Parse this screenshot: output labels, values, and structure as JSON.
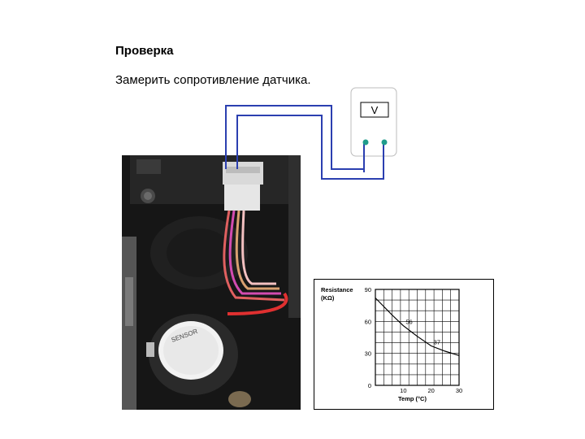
{
  "slide": {
    "heading": "Проверка",
    "instruction": "Замерить сопротивление датчика.",
    "meter_label": "V"
  },
  "chart_data": {
    "type": "line",
    "ylabel": "Resistance\n(KΩ)",
    "xlabel": "Temp (°C)",
    "x_ticks": [
      "10",
      "20",
      "30"
    ],
    "y_ticks": [
      "0",
      "30",
      "60",
      "90"
    ],
    "xlim": [
      0,
      30
    ],
    "ylim": [
      0,
      90
    ],
    "grid": true,
    "series": [
      {
        "x": [
          0,
          3,
          6,
          10,
          15,
          20,
          25,
          30
        ],
        "values": [
          82,
          74,
          66,
          56,
          46,
          37,
          32,
          28
        ]
      }
    ],
    "annotations": [
      {
        "x": 10,
        "y": 56,
        "text": "56"
      },
      {
        "x": 20,
        "y": 37,
        "text": "37"
      }
    ]
  },
  "colors": {
    "wire": "#2b3fb0",
    "probe": "#1f9c8c",
    "curve": "#000000"
  }
}
